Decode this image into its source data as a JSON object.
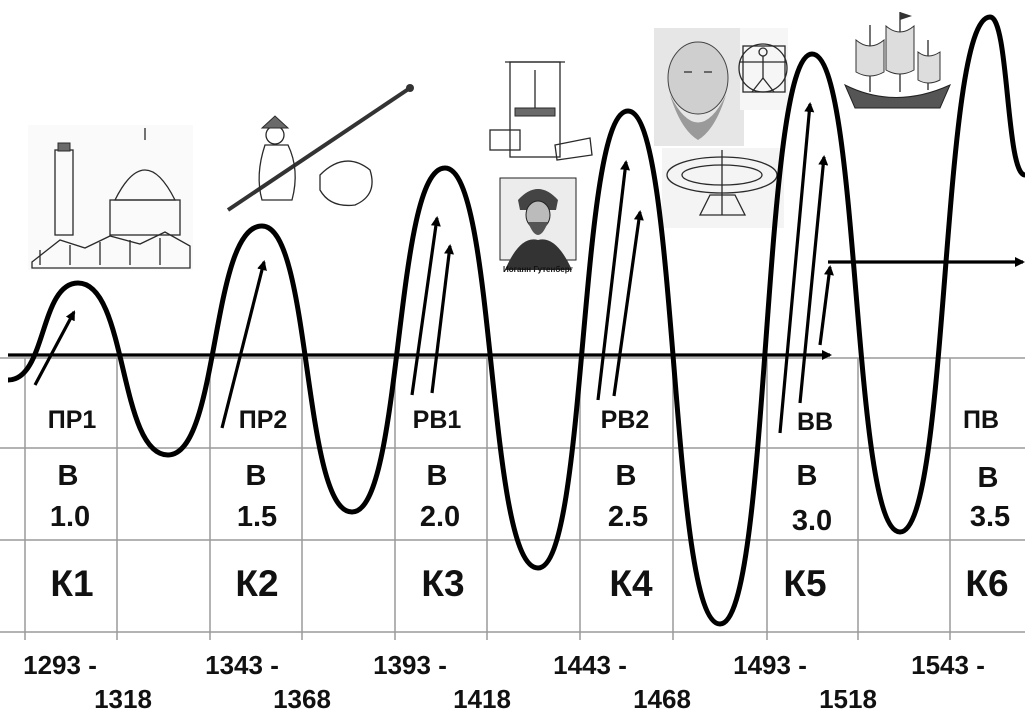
{
  "diagram": {
    "phases": [
      "ПР1",
      "ПР2",
      "РВ1",
      "РВ2",
      "ВВ",
      "ПВ"
    ],
    "versions": [
      {
        "letter": "В",
        "value": "1.0"
      },
      {
        "letter": "В",
        "value": "1.5"
      },
      {
        "letter": "В",
        "value": "2.0"
      },
      {
        "letter": "В",
        "value": "2.5"
      },
      {
        "letter": "В",
        "value": "3.0"
      },
      {
        "letter": "В",
        "value": "3.5"
      }
    ],
    "cycles": [
      "К1",
      "К2",
      "К3",
      "К4",
      "К5",
      "К6"
    ],
    "year_starts": [
      "1293 -",
      "1343 -",
      "1393 -",
      "1443 -",
      "1493 -",
      "1543 -"
    ],
    "year_ends": [
      "1318",
      "1368",
      "1418",
      "1468",
      "1518"
    ],
    "illustrations": {
      "gutenberg_caption": "Иоганн Гутенберг"
    }
  },
  "colors": {
    "wave": "#000000",
    "grid": "#9a9a9a",
    "text": "#111111",
    "background": "#ffffff"
  }
}
